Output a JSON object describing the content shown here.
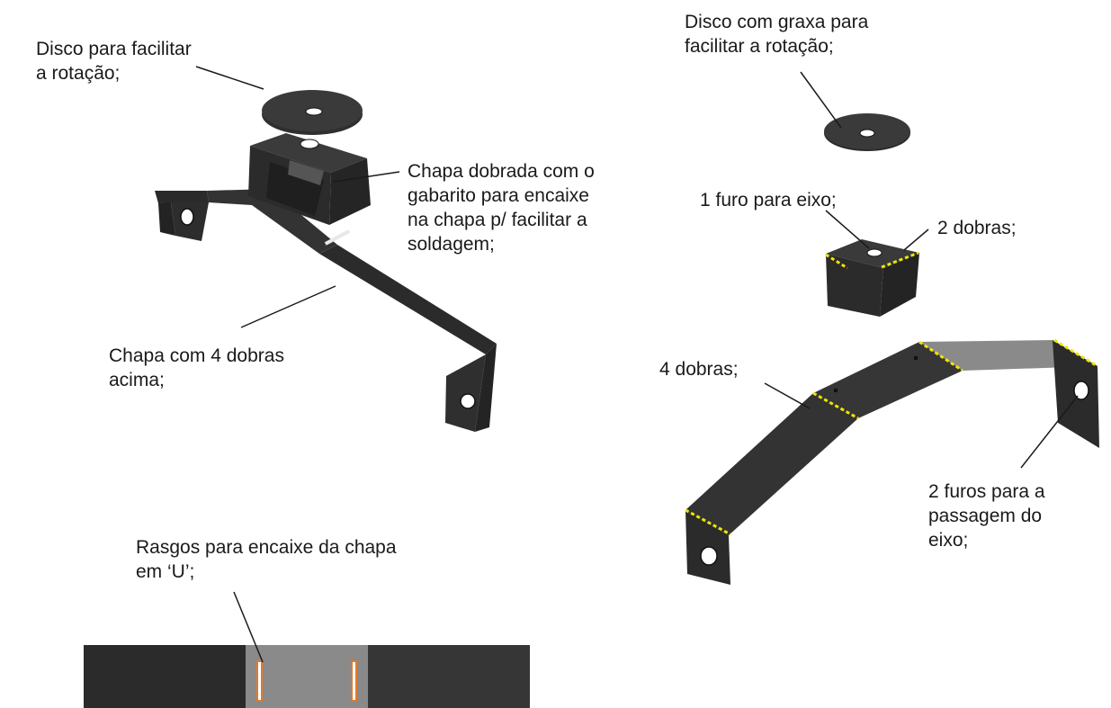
{
  "colors": {
    "sheet_dark": "#2b2b2b",
    "sheet_mid": "#3a3a3a",
    "sheet_light": "#8a8a8a",
    "fold_line": "#f2e600",
    "slot": "#e07a2c",
    "leader": "#1a1a1a"
  },
  "labels": {
    "disco_facilitar": "Disco para facilitar\na rotação;",
    "chapa_dobrada": "Chapa dobrada com o\ngabarito para encaixe\nna chapa p/ facilitar a\nsoldagem;",
    "chapa_4_dobras": "Chapa com 4 dobras\nacima;",
    "rasgos": "Rasgos para encaixe da chapa\nem ‘U’;",
    "disco_graxa": "Disco com graxa para\nfacilitar a rotação;",
    "furo_eixo": "1 furo para eixo;",
    "duas_dobras": "2 dobras;",
    "quatro_dobras": "4 dobras;",
    "dois_furos": "2 furos para a\npassagem do\neixo;"
  }
}
